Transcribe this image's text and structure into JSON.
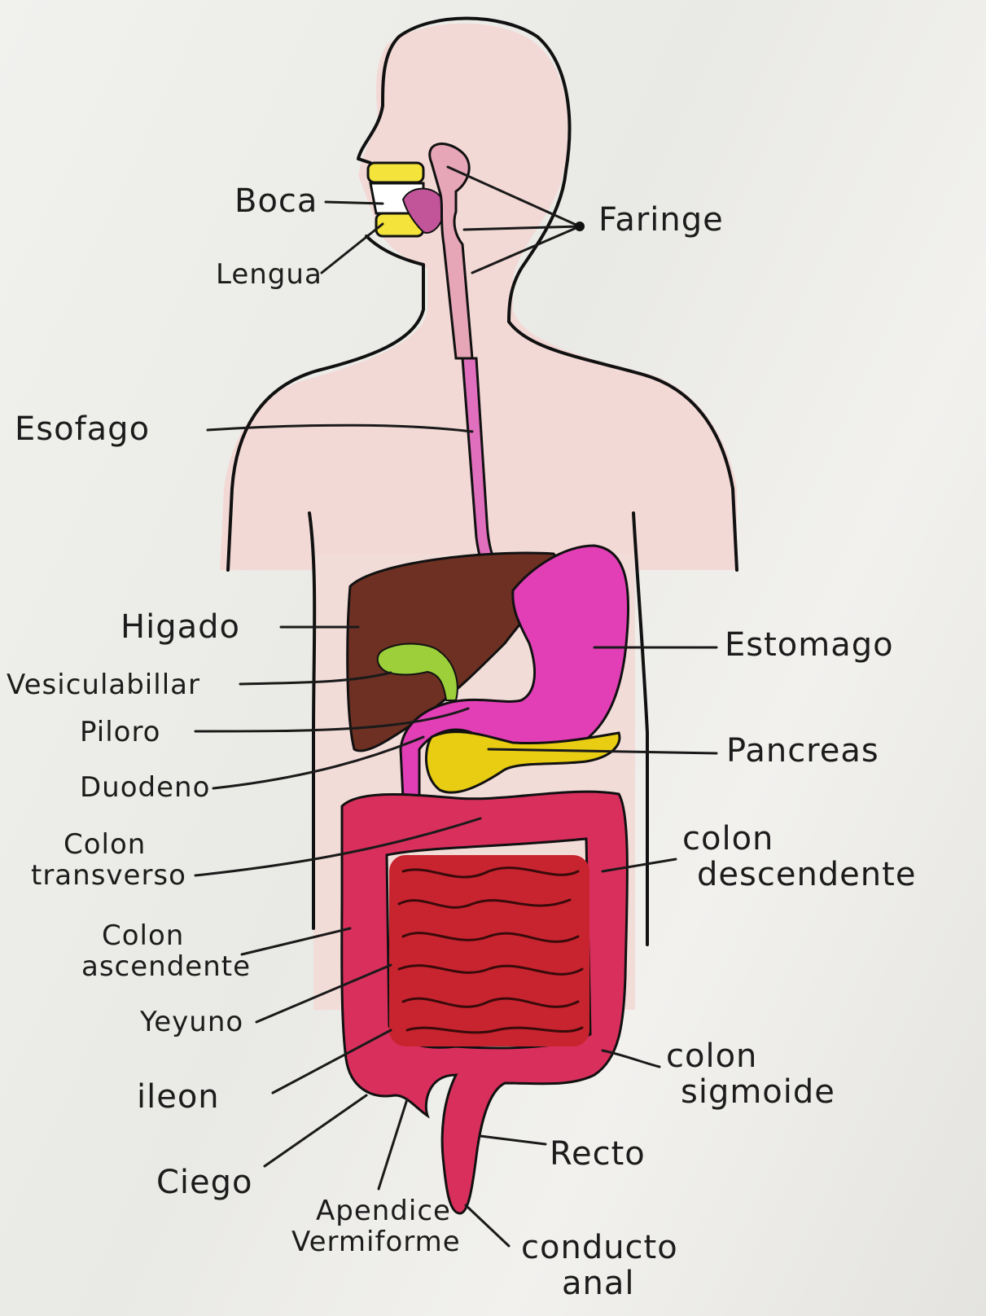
{
  "labels": {
    "boca": "Boca",
    "lengua": "Lengua",
    "faringe": "Faringe",
    "esofago": "Esofago",
    "higado": "Higado",
    "vesicula": "Vesiculabillar",
    "piloro": "Piloro",
    "duodeno": "Duodeno",
    "colon_transverso": [
      "Colon",
      "transverso"
    ],
    "colon_ascendente": [
      "Colon",
      "ascendente"
    ],
    "yeyuno": "Yeyuno",
    "ileon": "ileon",
    "ciego": "Ciego",
    "apendice": [
      "Apendice",
      "Vermiforme"
    ],
    "estomago": "Estomago",
    "pancreas": "Pancreas",
    "colon_descendente": [
      "colon",
      "descendente"
    ],
    "colon_sigmoide": [
      "colon",
      "sigmoide"
    ],
    "recto": "Recto",
    "conducto_anal": [
      "conducto",
      "anal"
    ]
  },
  "colors": {
    "skin": "#f3d9d6",
    "esophagus": "#e06fbd",
    "stomach": "#e23fb7",
    "liver": "#6e3023",
    "gallbladder": "#9ccf3a",
    "pancreas": "#e8cd12",
    "colon": "#d92f5c",
    "intestine": "#c8242f",
    "teeth": "#f4e33a",
    "tongue": "#c2549a"
  }
}
